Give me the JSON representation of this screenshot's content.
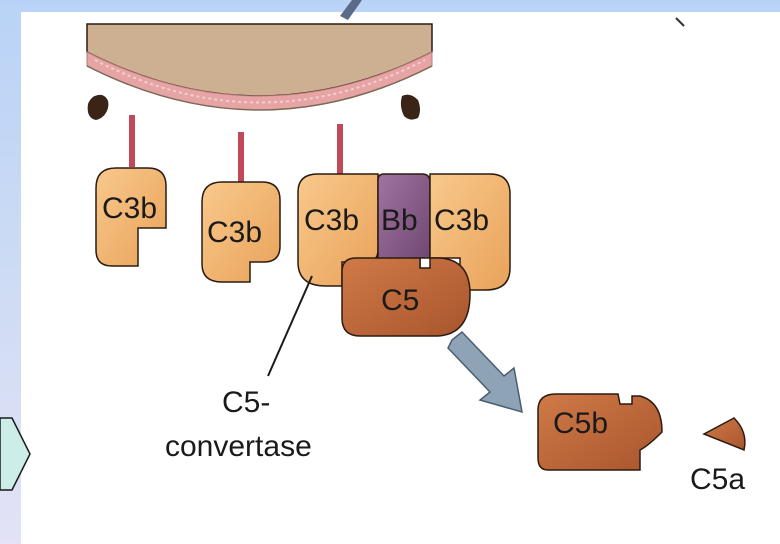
{
  "labels": {
    "c3b_left": "C3b",
    "c3b_middle": "C3b",
    "c3b_convertase": "C3b",
    "bb": "Bb",
    "c3b_right": "C3b",
    "c5": "C5",
    "c5_convertase_line1": "C5-",
    "c5_convertase_line2": "convertase",
    "c5b": "C5b",
    "c5a": "C5a"
  },
  "colors": {
    "c3b_fill": "#f2b572",
    "c3b_stroke": "#2b1b10",
    "bb_fill": "#8c5f8a",
    "c5_fill": "#c06a3d",
    "membrane_fill": "#ccb091",
    "membrane_stripe": "#e6a4a4",
    "tether": "#c04a5a",
    "cleavage_arrow": "#8ea4b6",
    "frame_background": "#b9d3f6"
  }
}
